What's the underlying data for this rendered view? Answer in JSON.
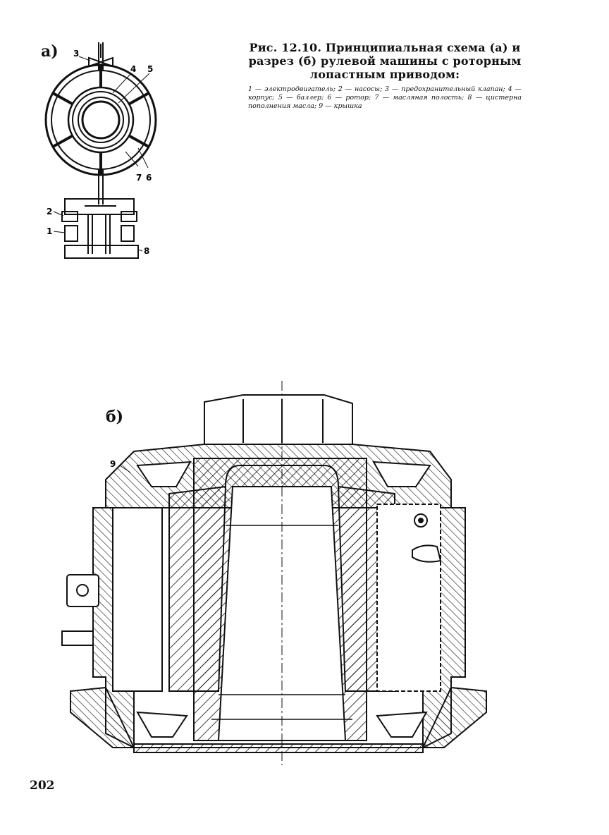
{
  "figure": {
    "part_a_label": "а)",
    "part_b_label": "б)",
    "title": "Рис. 12.10. Принципиальная схема (а) и разрез (б) рулевой машины с роторным лопастным приводом:",
    "legend": "1 — электродвигатель; 2 — насосы; 3 — предохранительный клапан; 4 — корпус; 5 — баллер; 6 — ротор; 7 — масляная полость; 8 — цистерна пополнения масла; 9 — крышка",
    "callouts_a": [
      "1",
      "2",
      "3",
      "4",
      "5",
      "6",
      "7",
      "8"
    ],
    "callouts_b": [
      "9"
    ]
  },
  "page": {
    "number": "202"
  }
}
